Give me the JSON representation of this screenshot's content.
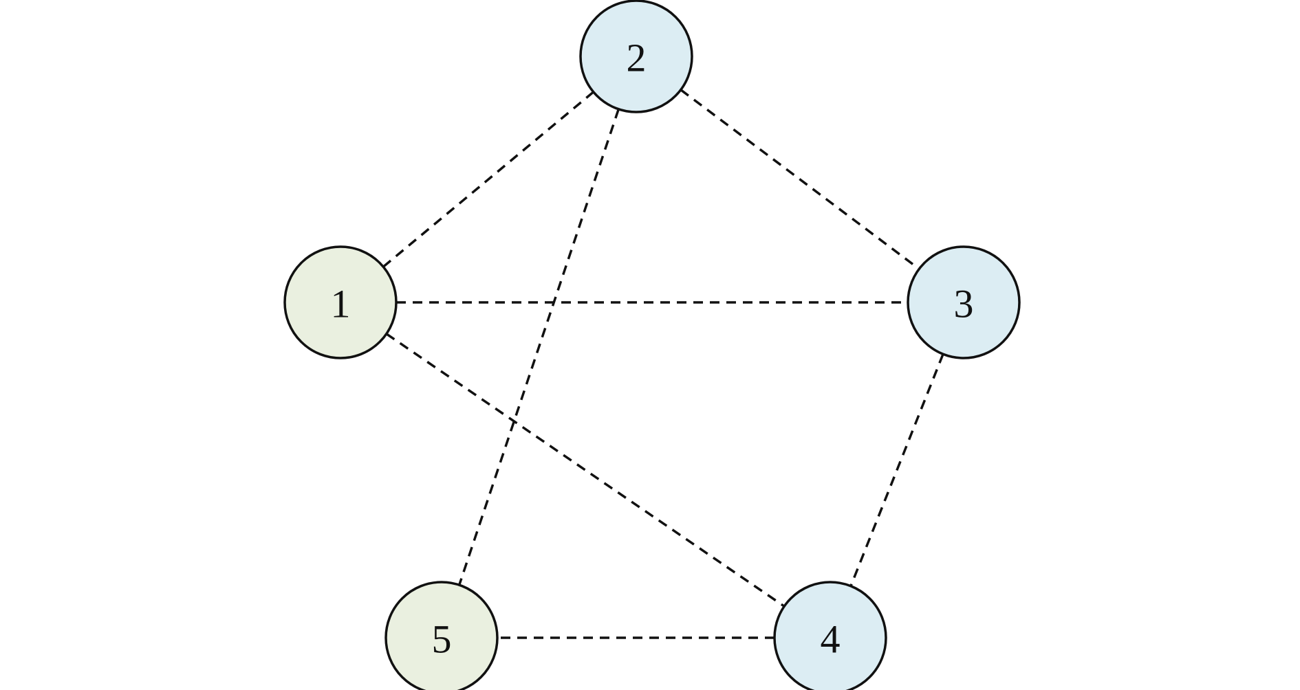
{
  "graph": {
    "colors": {
      "green": "#eaf0e0",
      "blue": "#dcedf3",
      "stroke": "#111111"
    },
    "nodes": [
      {
        "id": "1",
        "label": "1",
        "color": "green"
      },
      {
        "id": "2",
        "label": "2",
        "color": "blue"
      },
      {
        "id": "3",
        "label": "3",
        "color": "blue"
      },
      {
        "id": "4",
        "label": "4",
        "color": "blue"
      },
      {
        "id": "5",
        "label": "5",
        "color": "green"
      }
    ],
    "edges": [
      [
        "1",
        "2"
      ],
      [
        "1",
        "3"
      ],
      [
        "1",
        "4"
      ],
      [
        "2",
        "3"
      ],
      [
        "2",
        "5"
      ],
      [
        "3",
        "4"
      ],
      [
        "4",
        "5"
      ]
    ]
  }
}
